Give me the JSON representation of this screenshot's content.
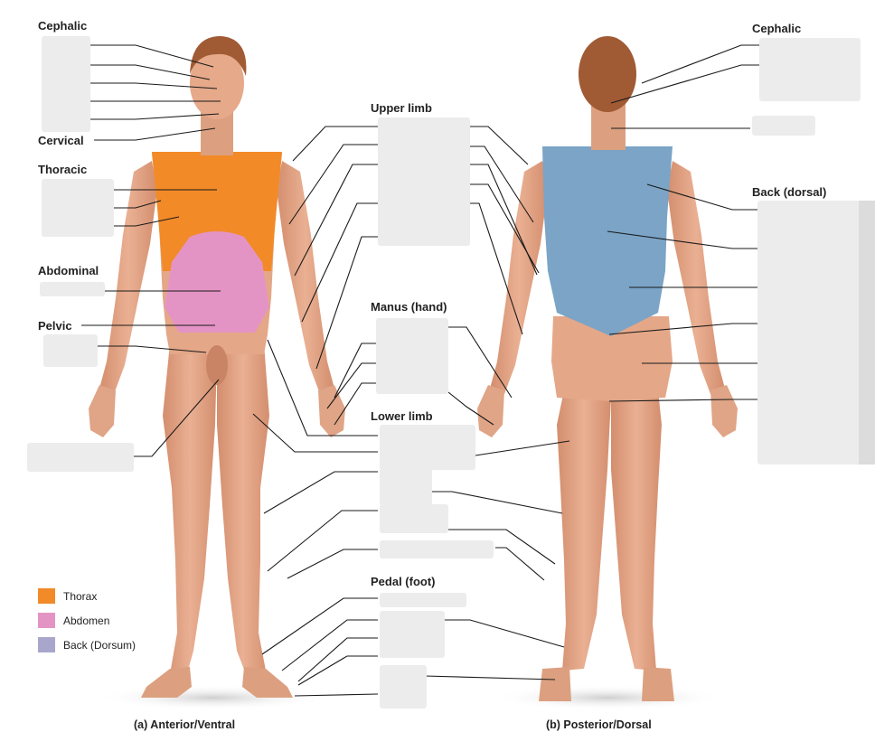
{
  "colors": {
    "skin": "#e6a98a",
    "skin_shadow": "#c98466",
    "hair": "#a05a34",
    "thorax": "#f28a28",
    "abdomen": "#e494c4",
    "back": "#7ba4c6",
    "leader": "#1a1a1a"
  },
  "labels": {
    "cephalic_left": "Cephalic",
    "cervical": "Cervical",
    "thoracic": "Thoracic",
    "abdominal": "Abdominal",
    "pelvic": "Pelvic",
    "upper_limb": "Upper limb",
    "manus": "Manus (hand)",
    "lower_limb": "Lower limb",
    "pedal": "Pedal (foot)",
    "cephalic_right": "Cephalic",
    "back_dorsal": "Back (dorsal)"
  },
  "captions": {
    "anterior": "(a) Anterior/Ventral",
    "posterior": "(b) Posterior/Dorsal"
  },
  "legend": [
    {
      "name": "Thorax",
      "color": "#f28a28"
    },
    {
      "name": "Abdomen",
      "color": "#e494c4"
    },
    {
      "name": "Back (Dorsum)",
      "color": "#a9a6cc"
    }
  ]
}
